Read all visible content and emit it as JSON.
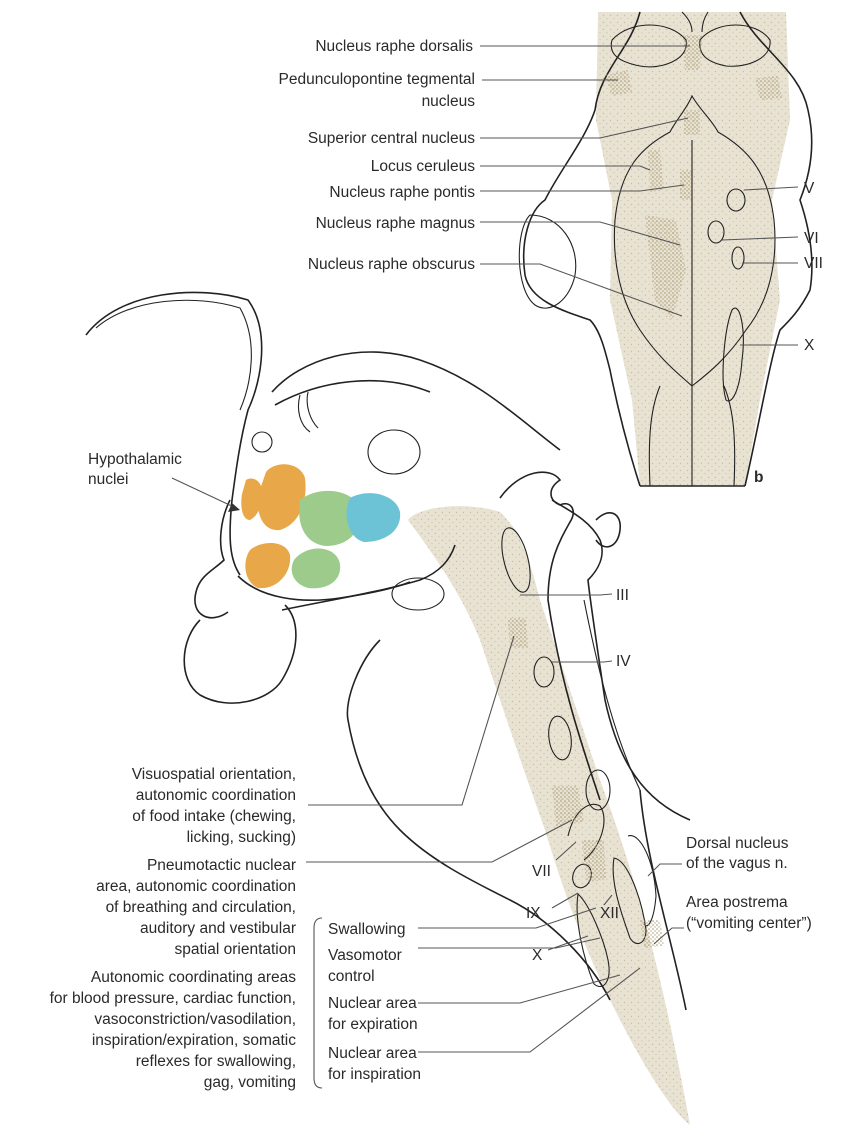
{
  "panel_b": {
    "panel_letter": "b",
    "labels": {
      "raphe_dorsalis": "Nucleus raphe dorsalis",
      "pedunculopontine_1": "Pedunculopontine tegmental",
      "pedunculopontine_2": "nucleus",
      "superior_central": "Superior central nucleus",
      "locus_ceruleus": "Locus ceruleus",
      "raphe_pontis": "Nucleus raphe pontis",
      "raphe_magnus": "Nucleus raphe magnus",
      "raphe_obscurus": "Nucleus raphe obscurus"
    },
    "cranial_nuclei": {
      "v": "V",
      "vi": "VI",
      "vii": "VII",
      "x": "X"
    }
  },
  "sagittal": {
    "hypothalamic": {
      "line1": "Hypothalamic",
      "line2": "nuclei"
    },
    "hypothalamic_colors": {
      "orange": "#e8a84a",
      "green": "#9ccb8c",
      "blue": "#6cc3d6"
    },
    "stipple_color": "#e8e2d2",
    "cranial_nuclei": {
      "iii": "III",
      "iv": "IV",
      "vii": "VII",
      "ix": "IX",
      "xii": "XII",
      "x": "X"
    },
    "left_labels": {
      "visuo": [
        "Visuospatial orientation,",
        "autonomic coordination",
        "of food intake (chewing,",
        "licking, sucking)"
      ],
      "pneumo": [
        "Pneumotactic nuclear",
        "area, autonomic coordination",
        "of breathing and circulation,",
        "auditory and vestibular",
        "spatial orientation"
      ],
      "autonomic": [
        "Autonomic coordinating areas",
        "for blood pressure, cardiac function,",
        "vasoconstriction/vasodilation,",
        "inspiration/expiration, somatic",
        "reflexes for swallowing,",
        "gag, vomiting"
      ]
    },
    "bracket_labels": {
      "swallowing": "Swallowing",
      "vasomotor_1": "Vasomotor",
      "vasomotor_2": "control",
      "expiration_1": "Nuclear area",
      "expiration_2": "for expiration",
      "inspiration_1": "Nuclear area",
      "inspiration_2": "for inspiration"
    },
    "right_labels": {
      "dorsal_vagus_1": "Dorsal nucleus",
      "dorsal_vagus_2": "of the vagus n.",
      "postrema_1": "Area postrema",
      "postrema_2": "(“vomiting center”)"
    }
  }
}
